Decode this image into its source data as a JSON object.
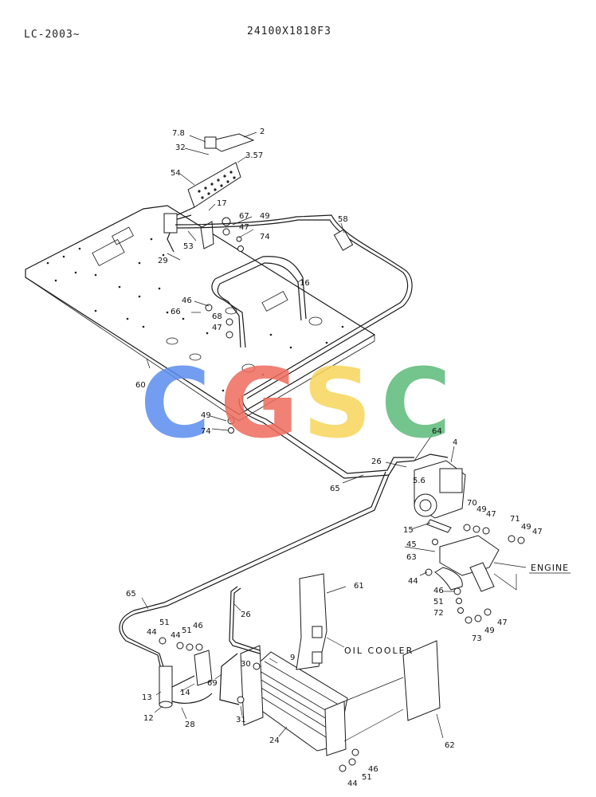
{
  "header": {
    "left_code": "LC-2003~",
    "right_code": "24100X1818F3"
  },
  "labels": {
    "engine": "ENGINE",
    "oil_cooler": "OIL COOLER"
  },
  "watermark": {
    "letters": [
      "C",
      "G",
      "S",
      "C"
    ],
    "colors": [
      "#5b8def",
      "#ee6c5c",
      "#f7d55a",
      "#5cba7a"
    ]
  },
  "callouts": {
    "c2": "2",
    "c78": "7.8",
    "c32": "32",
    "c357": "3.57",
    "c54": "54",
    "c17": "17",
    "c67": "67",
    "c49a": "49",
    "c47a": "47",
    "c74a": "74",
    "c53": "53",
    "c29": "29",
    "c58": "58",
    "c16": "16",
    "c46a": "46",
    "c66": "66",
    "c68": "68",
    "c47b": "47",
    "c60": "60",
    "c49b": "49",
    "c74b": "74",
    "c64": "64",
    "c4": "4",
    "c26a": "26",
    "c56": "5.6",
    "c65a": "65",
    "c70": "70",
    "c49c": "49",
    "c47c": "47",
    "c71": "71",
    "c49d": "49",
    "c47d": "47",
    "c15": "15",
    "c45": "45",
    "c63": "63",
    "c44a": "44",
    "c46b": "46",
    "c51a": "51",
    "c72": "72",
    "c73": "73",
    "c49e": "49",
    "c47e": "47",
    "c61": "61",
    "c65b": "65",
    "c26b": "26",
    "c51b": "51",
    "c44b": "44",
    "c51c": "51",
    "c46c": "46",
    "c9": "9",
    "c30": "30",
    "c69": "69",
    "c14": "14",
    "c13": "13",
    "c12": "12",
    "c28": "28",
    "c31": "31",
    "c24": "24",
    "c62": "62",
    "c46d": "46",
    "c51d": "51",
    "c44c": "44"
  }
}
